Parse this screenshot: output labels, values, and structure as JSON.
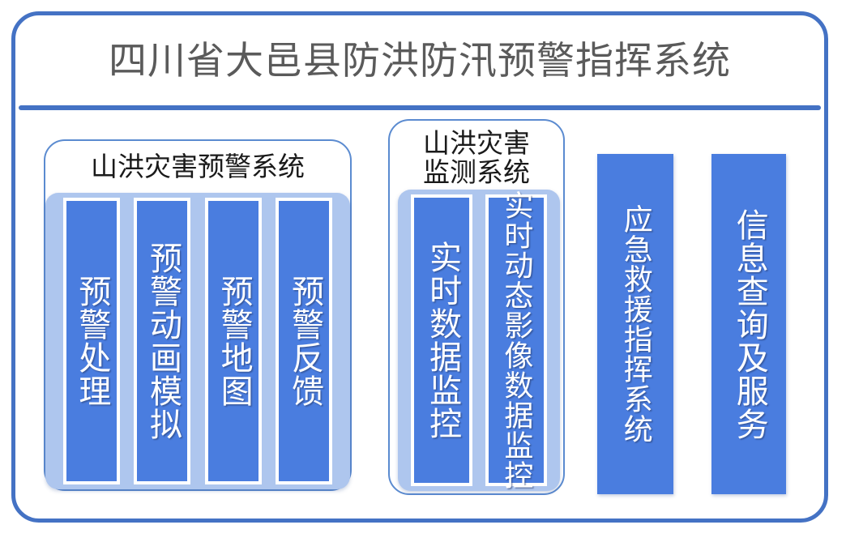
{
  "header": {
    "title": "四川省大邑县防洪防汛预警指挥系统",
    "title_color": "#5a5a5a",
    "rule_color": "#4472c4"
  },
  "theme": {
    "frame_border": "#4472c4",
    "panel_border": "#5b8bd0",
    "tray_fill": "#aec6ee",
    "bar_fill": "#4a7ddf",
    "bar_text": "#ffffff",
    "panel_title_color": "#1a1a1a",
    "page_background": "#ffffff"
  },
  "panels": [
    {
      "id": "warning",
      "title": "山洪灾害预警系统",
      "items": [
        {
          "label": "预警处理"
        },
        {
          "label": "预警动画模拟"
        },
        {
          "label": "预警地图"
        },
        {
          "label": "预警反馈"
        }
      ]
    },
    {
      "id": "monitor",
      "title": "山洪灾害\n监测系统",
      "items": [
        {
          "label": "实时数据监控"
        },
        {
          "label": "实时动态影像数据监控"
        }
      ]
    }
  ],
  "standalone_bars": [
    {
      "id": "emergency",
      "label": "应急救援指挥系统"
    },
    {
      "id": "info",
      "label": "信息查询及服务"
    }
  ]
}
